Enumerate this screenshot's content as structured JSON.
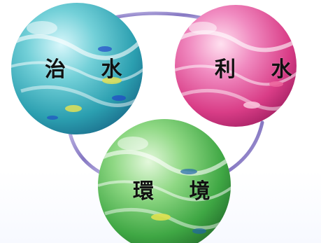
{
  "spheres": {
    "top_left": {
      "label": "治 水",
      "color": "#2fb3b8"
    },
    "top_right": {
      "label": "利 水",
      "color": "#e0448e"
    },
    "bottom": {
      "label": "環 境",
      "color": "#4cb64f"
    }
  },
  "connector": {
    "color": "#8f82c8"
  }
}
